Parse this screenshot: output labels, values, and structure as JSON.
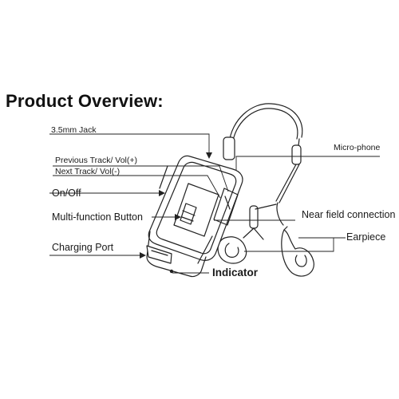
{
  "title": "Product  Overview:",
  "labels": {
    "jack": "3.5mm Jack",
    "prev_track": "Previous Track/ Vol(+)",
    "next_track": "Next Track/ Vol(-)",
    "on_off": "On/Off",
    "multi_function": "Multi-function Button",
    "charging_port": "Charging Port",
    "indicator": "Indicator",
    "microphone": "Micro-phone",
    "near_field": "Near field connection",
    "earpiece": "Earpiece"
  }
}
